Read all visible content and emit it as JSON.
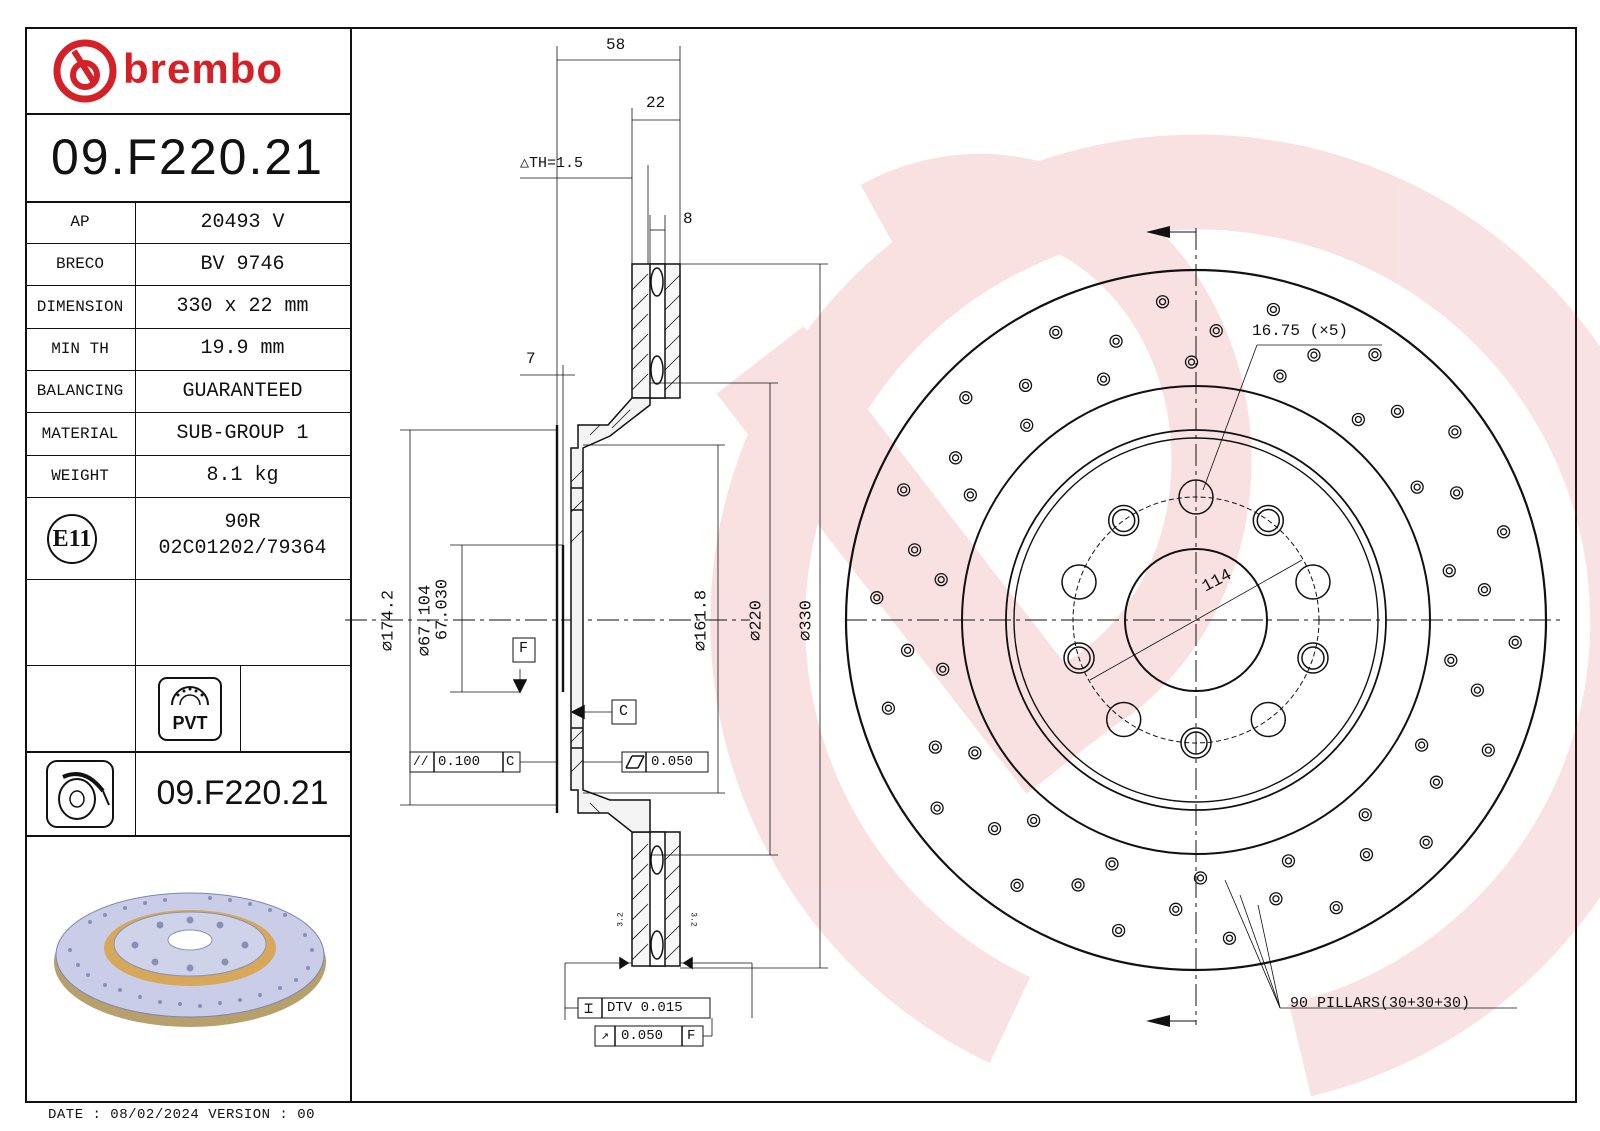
{
  "brand": {
    "name": "brembo",
    "color": "#d42027"
  },
  "part_number": "09.F220.21",
  "specs": [
    {
      "key": "AP",
      "value": "20493 V"
    },
    {
      "key": "BRECO",
      "value": "BV 9746"
    },
    {
      "key": "DIMENSION",
      "value": "330 x 22 mm"
    },
    {
      "key": "MIN TH",
      "value": "19.9 mm"
    },
    {
      "key": "BALANCING",
      "value": "GUARANTEED"
    },
    {
      "key": "MATERIAL",
      "value": "SUB-GROUP 1"
    },
    {
      "key": "WEIGHT",
      "value": "8.1 kg"
    }
  ],
  "homologation": {
    "mark": "E11",
    "code": "90R",
    "number": "02C01202/79364"
  },
  "pvt_label": "PVT",
  "part_number_small": "09.F220.21",
  "footer": {
    "date": "DATE : 08/02/2024 VERSION : 00"
  },
  "section_dims": {
    "overall_width": "58",
    "thickness": "22",
    "th": "△TH=1.5",
    "vane": "8",
    "offset": "7",
    "d174": "∅174.2",
    "d67a": "∅67.104",
    "d67b": "67.030",
    "d161": "∅161.8",
    "d220": "∅220",
    "d330": "∅330",
    "datum_f": "F",
    "datum_c": "C",
    "parallel": "0.100",
    "parallel_ref": "C",
    "flatness": "0.050",
    "dtv": "DTV 0.015",
    "runout": "0.050",
    "runout_ref": "F",
    "roughness": "3.2"
  },
  "front_dims": {
    "bolt_holes": "16.75 (×5)",
    "pcd": "114",
    "pillars": "90 PILLARS(30+30+30)"
  }
}
